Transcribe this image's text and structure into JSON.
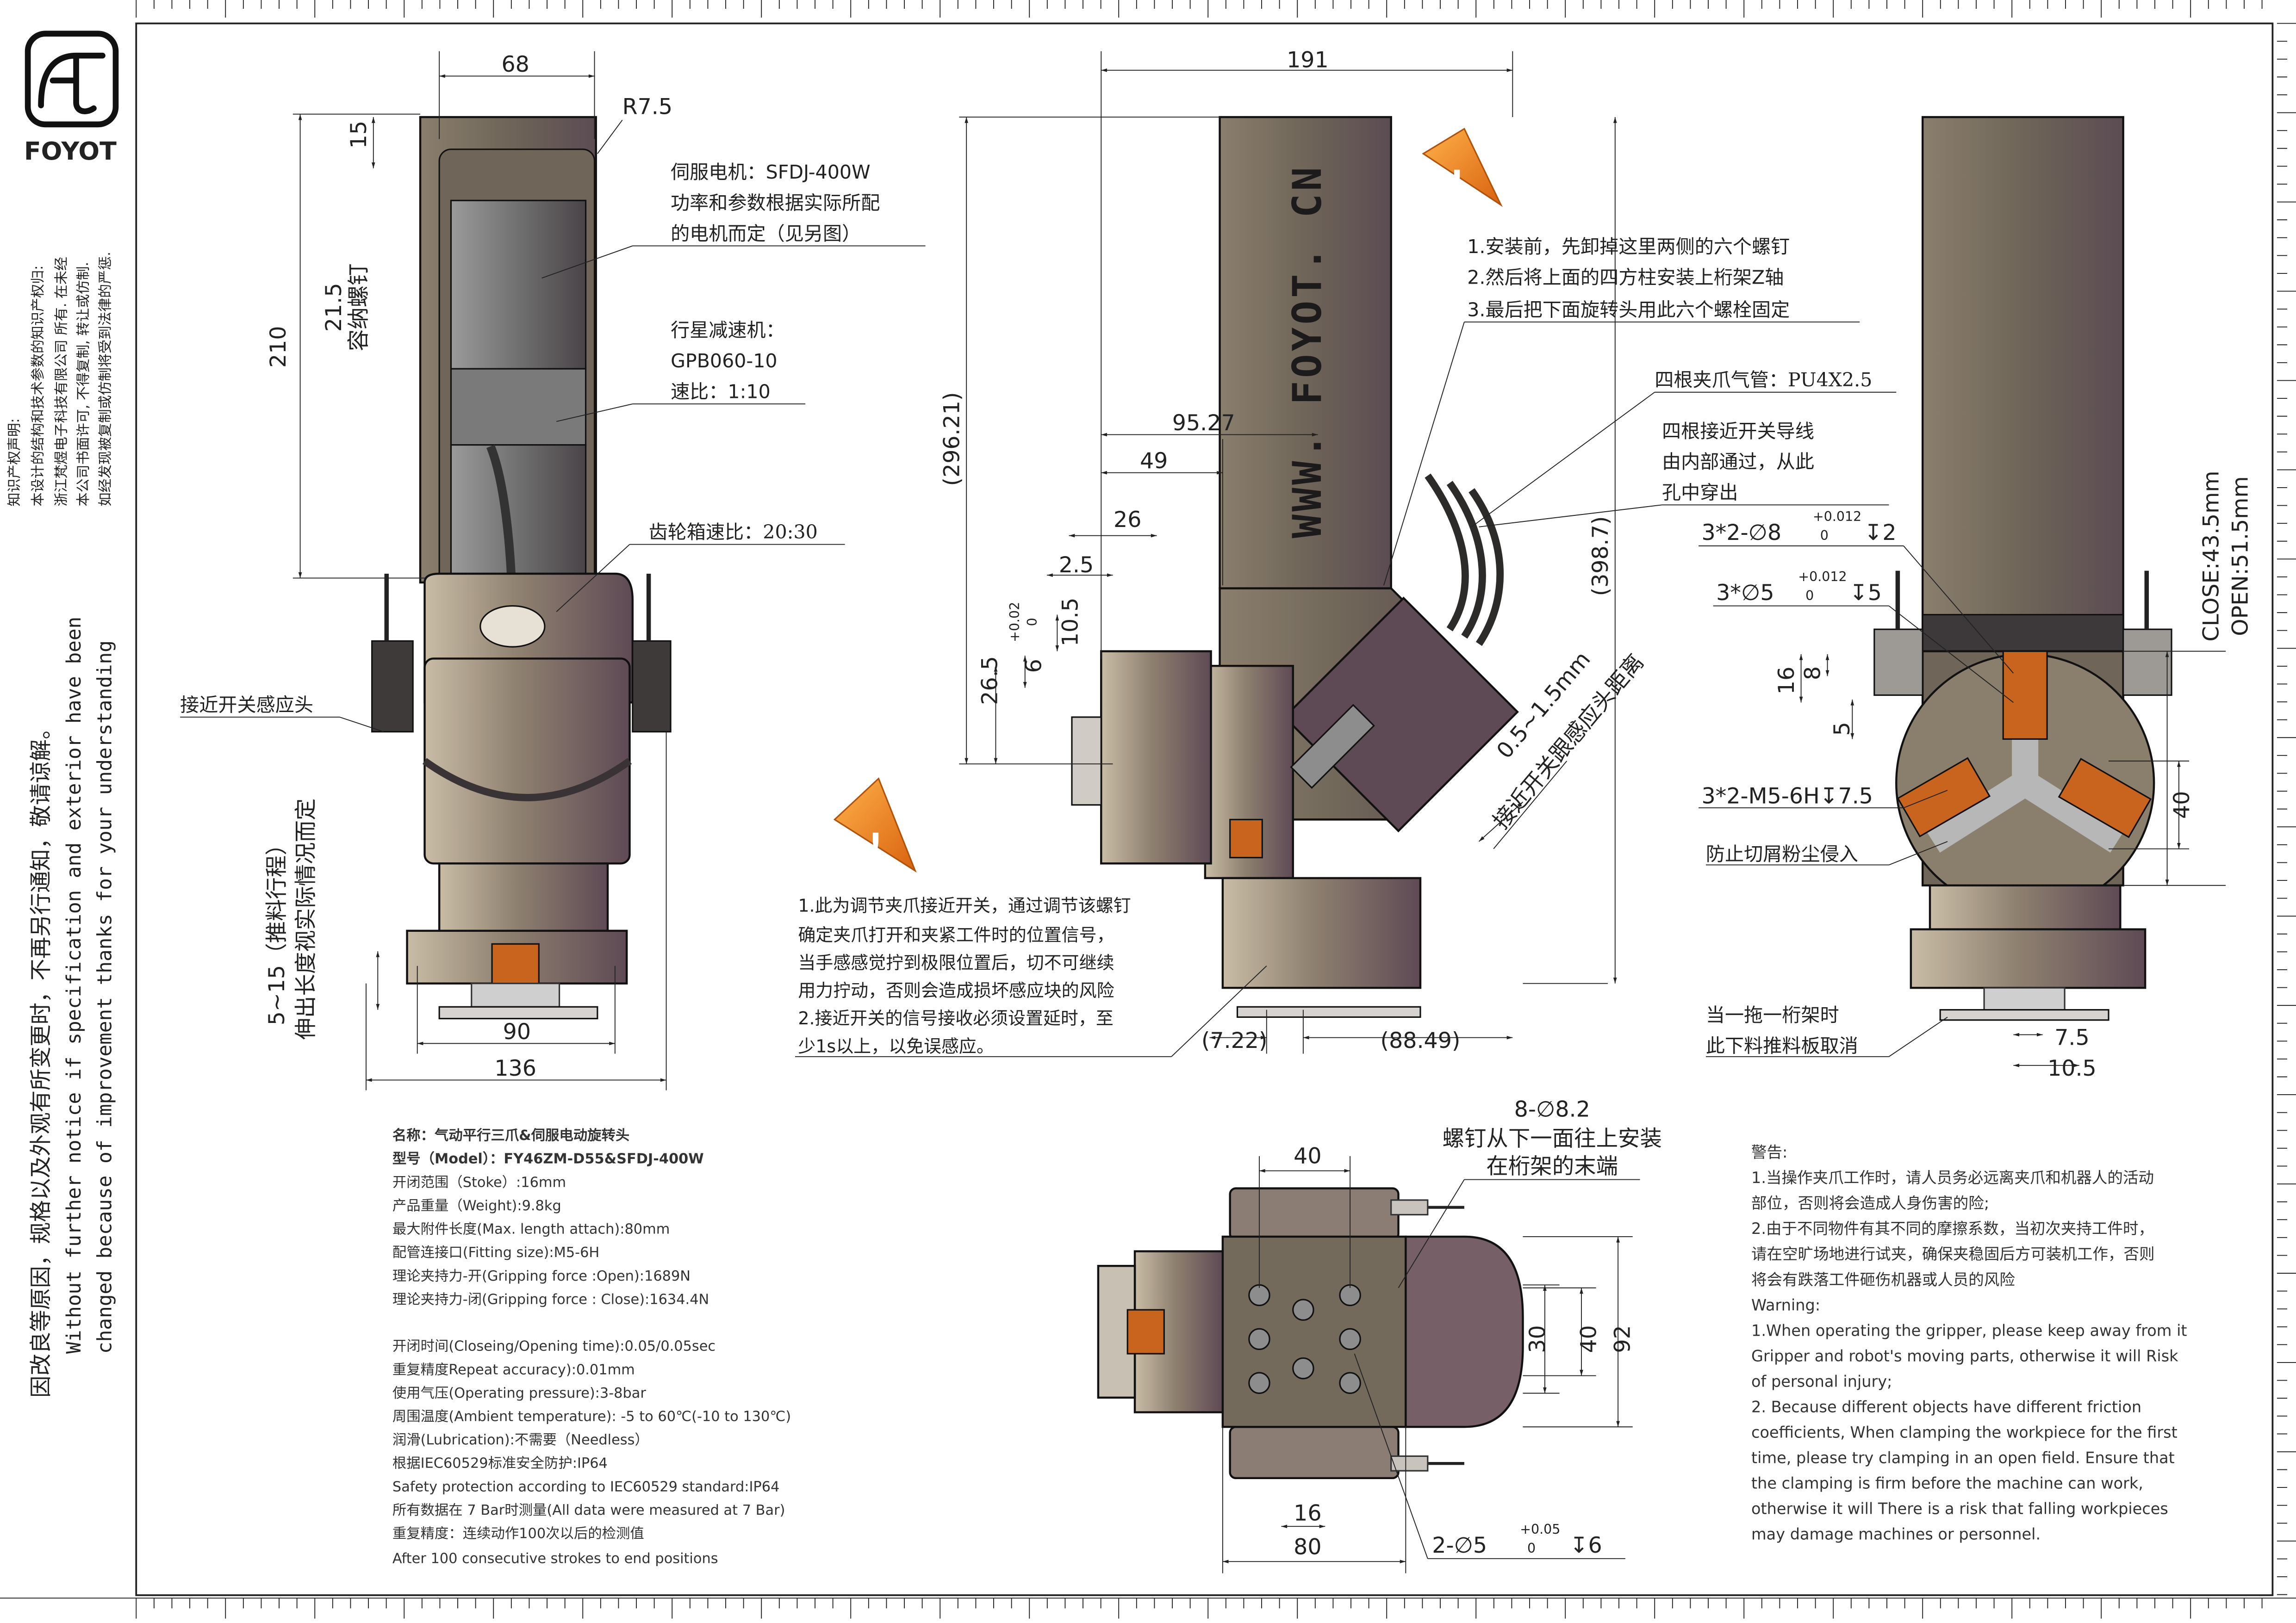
{
  "brand": {
    "name": "FOYOT",
    "logo_icon": "foyot-logo"
  },
  "colors": {
    "body_dark": "#6f6558",
    "body_light": "#b9ab95",
    "body_purple": "#5e4a55",
    "accent_orange": "#c8641e",
    "warning_orange": "#f08a1e",
    "line": "#222222"
  },
  "side_notes": {
    "copyright": [
      "知识产权声明:",
      "本设计的结构和技术参数的知识产权归:",
      "浙江梵煜电子科技有限公司 所有. 在未经",
      "本公司书面许可, 不得复制, 转让或仿制.",
      "如经发现被复制或仿制将受到法律的严惩."
    ],
    "change_notice": [
      "因改良等原因，规格以及外观有所变更时，不再另行通知，敬请谅解。",
      "Without further  notice if specification and exterior have been",
      "changed because of improvement thanks for your understanding"
    ]
  },
  "front_view": {
    "dims": {
      "top_width": "68",
      "radius": "R7.5",
      "top_offset": "15",
      "screw_clearance": "21.5",
      "screw_clearance_note": "容纳螺钉",
      "height": "210",
      "stroke": "5~15（推料行程）",
      "stroke_note": "伸出长度视实际情况而定",
      "base_width": "90",
      "overall_width": "136"
    },
    "callouts": {
      "motor": [
        "伺服电机：SFDJ-400W",
        "功率和参数根据实际所配",
        "的电机而定（见另图）"
      ],
      "reducer": [
        "行星减速机：",
        "GPB060-10",
        "速比：1:10"
      ],
      "gearbox": "齿轮箱速比：20:30",
      "sensor": "接近开关感应头"
    }
  },
  "side_view": {
    "url": "WWW. FOYOT. CN",
    "dims": {
      "width": "191",
      "total_height": "(296.21)",
      "overall_height": "(398.7)",
      "d95": "95.27",
      "d49": "49",
      "d26": "26",
      "d2_5": "2.5",
      "d10_5": "10.5",
      "d6": "6",
      "tol_upper": "+0.02",
      "tol_lower": "0",
      "d26_5": "26.5",
      "left_offset": "(7.22)",
      "right_offset": "(88.49)",
      "gap": "0.5~1.5mm"
    },
    "install_notes": [
      "1.安装前，先卸掉这里两侧的六个螺钉",
      "2.然后将上面的四方柱安装上桁架Z轴",
      "3.最后把下面旋转头用此六个螺栓固定"
    ],
    "tube_note": "四根夹爪气管：PU4X2.5",
    "wire_note": [
      "四根接近开关导线",
      "由内部通过，从此",
      "孔中穿出"
    ],
    "gap_note": "接近开关跟感应头距离",
    "sensor_notes": [
      "1.此为调节夹爪接近开关，通过调节该螺钉",
      "确定夹爪打开和夹紧工件时的位置信号，",
      "当手感感觉拧到极限位置后，切不可继续",
      "用力拧动，否则会造成损坏感应块的风险",
      "2.接近开关的信号接收必须设置延时，至",
      "少1s以上，以免误感应。"
    ]
  },
  "rear_view": {
    "hole_a": {
      "spec": "3*2-∅8",
      "tol_upper": "+0.012",
      "tol_lower": "0",
      "depth": "↧2"
    },
    "hole_b": {
      "spec": "3*∅5",
      "tol_upper": "+0.012",
      "tol_lower": "0",
      "depth": "↧5"
    },
    "close": "CLOSE:43.5mm",
    "open": "OPEN:51.5mm",
    "d16": "16",
    "d8": "8",
    "d5": "5",
    "thread": "3*2-M5-6H↧7.5",
    "dust_note": "防止切屑粉尘侵入",
    "d40": "40",
    "plate_note": [
      "当一拖一桁架时",
      "此下料推料板取消"
    ],
    "d7_5": "7.5",
    "d10_5": "10.5"
  },
  "bottom_view": {
    "holes": "8-∅8.2",
    "holes_note": [
      "螺钉从下一面往上安装",
      "在桁架的末端"
    ],
    "d40_h": "40",
    "d30": "30",
    "d40_v": "40",
    "d92": "92",
    "d16": "16",
    "d80": "80",
    "pin": {
      "spec": "2-∅5",
      "tol_upper": "+0.05",
      "tol_lower": "0",
      "depth": "↧6"
    }
  },
  "specs": {
    "group1": [
      "名称：气动平行三爪&伺服电动旋转头",
      "型号（Model）：FY46ZM-D55&SFDJ-400W",
      "开闭范围（Stoke）:16mm",
      "产品重量（Weight):9.8kg",
      "最大附件长度(Max. length attach):80mm",
      "配管连接口(Fitting size):M5-6H",
      "理论夹持力-开(Gripping force :Open):1689N",
      "理论夹持力-闭(Gripping force : Close):1634.4N"
    ],
    "group2": [
      "开闭时间(Closeing/Opening time):0.05/0.05sec",
      "重复精度Repeat accuracy):0.01mm",
      "使用气压(Operating pressure):3-8bar",
      "周围温度(Ambient temperature): -5 to 60℃(-10 to 130℃)",
      "润滑(Lubrication):不需要（Needless）",
      "根据IEC60529标准安全防护:IP64",
      "Safety protection according to IEC60529 standard:IP64",
      "所有数据在 7 Bar时测量(All data were measured at  7 Bar)",
      "重复精度：连续动作100次以后的检测值",
      "After 100 consecutive strokes to end positions"
    ]
  },
  "warnings": [
    "警告:",
    "1.当操作夹爪工作时，请人员务必远离夹爪和机器人的活动",
    "部位，否则将会造成人身伤害的险;",
    "2.由于不同物件有其不同的摩擦系数，当初次夹持工件时，",
    "请在空旷场地进行试夹，确保夹稳固后方可装机工作，否则",
    "将会有跌落工件砸伤机器或人员的风险",
    "Warning:",
    "1.When operating the gripper, please keep away from it",
    "Gripper and robot's moving parts, otherwise it will Risk",
    "of personal injury;",
    "2. Because different objects have different friction",
    "coefficients, When clamping the workpiece for the first",
    "time, please try clamping in an open field. Ensure that",
    "the clamping is firm before the machine can work,",
    "otherwise it will There is a risk that falling workpieces",
    "may damage machines or personnel."
  ]
}
